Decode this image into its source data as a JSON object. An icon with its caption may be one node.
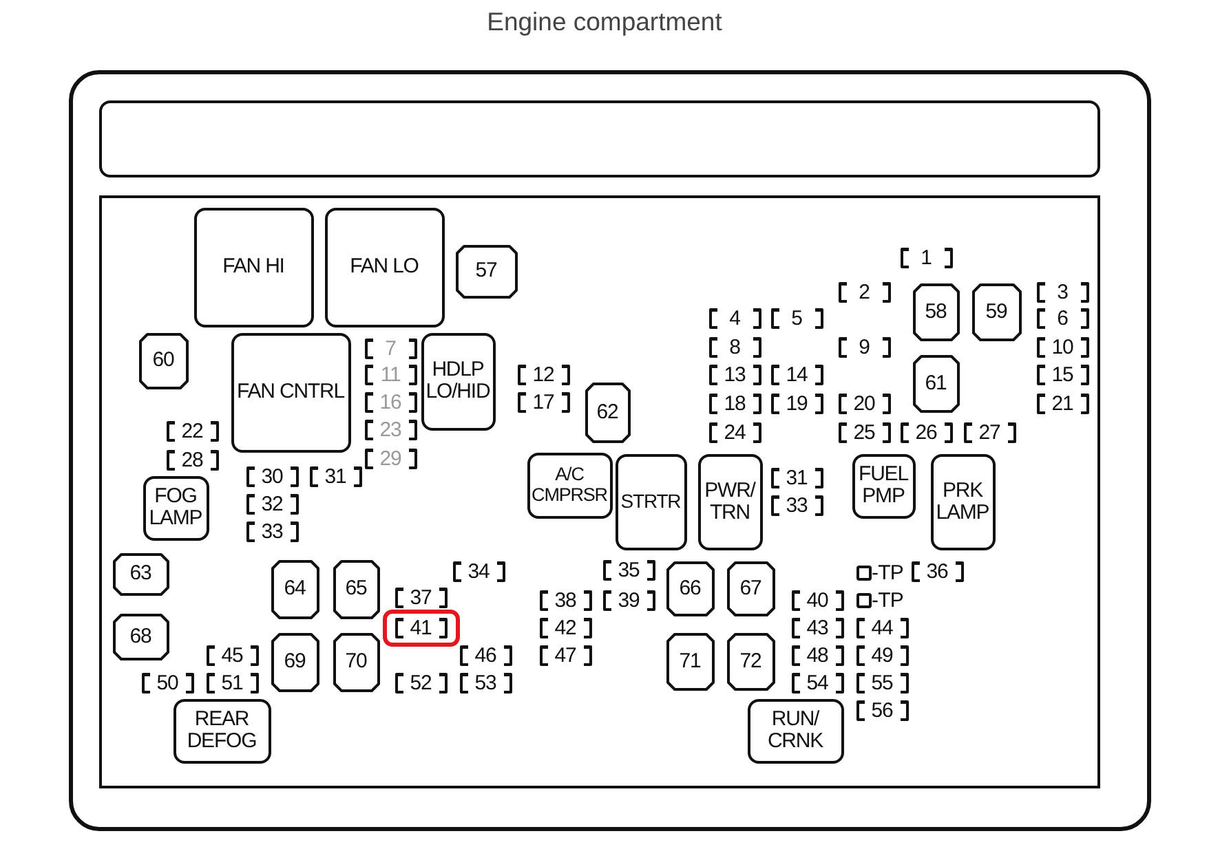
{
  "diagram": {
    "title": "Engine compartment",
    "nodes": [
      {
        "text": [],
        "shape": "box"
      },
      {
        "text": [],
        "shape": "box",
        "in": 0
      },
      {
        "text": [],
        "shape": "box",
        "in": 0
      },
      {
        "text": [
          "FAN HI"
        ],
        "in": 2
      },
      {
        "text": [
          "FAN LO"
        ],
        "in": 2
      },
      {
        "text": [
          "57"
        ],
        "in": 2
      },
      {
        "text": [
          "1"
        ],
        "in": 2
      },
      {
        "text": [
          "2"
        ],
        "in": 2
      },
      {
        "text": [
          "58"
        ],
        "in": 2
      },
      {
        "text": [
          "59"
        ],
        "in": 2
      },
      {
        "text": [
          "3"
        ],
        "in": 2
      },
      {
        "text": [
          "4"
        ],
        "in": 2
      },
      {
        "text": [
          "5"
        ],
        "in": 2
      },
      {
        "text": [
          "6"
        ],
        "in": 2
      },
      {
        "text": [
          "60"
        ],
        "in": 2
      },
      {
        "text": [
          "FAN CNTRL"
        ],
        "in": 2
      },
      {
        "text": [
          "7"
        ],
        "in": 2
      },
      {
        "text": [
          "HDLP LO/HID"
        ],
        "in": 2
      },
      {
        "text": [
          "8"
        ],
        "in": 2
      },
      {
        "text": [
          "9"
        ],
        "in": 2
      },
      {
        "text": [
          "10"
        ],
        "in": 2
      },
      {
        "text": [
          "11"
        ],
        "in": 2
      },
      {
        "text": [
          "12"
        ],
        "in": 2
      },
      {
        "text": [
          "13"
        ],
        "in": 2
      },
      {
        "text": [
          "14"
        ],
        "in": 2
      },
      {
        "text": [
          "61"
        ],
        "in": 2
      },
      {
        "text": [
          "15"
        ],
        "in": 2
      },
      {
        "text": [
          "16"
        ],
        "in": 2
      },
      {
        "text": [
          "17"
        ],
        "in": 2
      },
      {
        "text": [
          "62"
        ],
        "in": 2
      },
      {
        "text": [
          "18"
        ],
        "in": 2
      },
      {
        "text": [
          "19"
        ],
        "in": 2
      },
      {
        "text": [
          "20"
        ],
        "in": 2
      },
      {
        "text": [
          "21"
        ],
        "in": 2
      },
      {
        "text": [
          "22"
        ],
        "in": 2
      },
      {
        "text": [
          "23"
        ],
        "in": 2
      },
      {
        "text": [
          "24"
        ],
        "in": 2
      },
      {
        "text": [
          "25"
        ],
        "in": 2
      },
      {
        "text": [
          "26"
        ],
        "in": 2
      },
      {
        "text": [
          "27"
        ],
        "in": 2
      },
      {
        "text": [
          "28"
        ],
        "in": 2
      },
      {
        "text": [
          "29"
        ],
        "in": 2
      },
      {
        "text": [
          "30"
        ],
        "in": 2
      },
      {
        "text": [
          "31"
        ],
        "in": 2
      },
      {
        "text": [
          "A/C CMPRSR"
        ],
        "in": 2
      },
      {
        "text": [
          "STRTR"
        ],
        "in": 2
      },
      {
        "text": [
          "PWR/ TRN"
        ],
        "in": 2
      },
      {
        "text": [
          "31"
        ],
        "in": 2
      },
      {
        "text": [
          "FUEL PMP"
        ],
        "in": 2
      },
      {
        "text": [
          "PRK LAMP"
        ],
        "in": 2
      },
      {
        "text": [
          "FOG LAMP"
        ],
        "in": 2
      },
      {
        "text": [
          "32"
        ],
        "in": 2
      },
      {
        "text": [
          "33"
        ],
        "in": 2
      },
      {
        "text": [
          "33"
        ],
        "in": 2
      },
      {
        "text": [
          "63"
        ],
        "in": 2
      },
      {
        "text": [
          "34"
        ],
        "in": 2
      },
      {
        "text": [
          "35"
        ],
        "in": 2
      },
      {
        "text": [
          "64"
        ],
        "in": 2
      },
      {
        "text": [
          "65"
        ],
        "in": 2
      },
      {
        "text": [
          "66"
        ],
        "in": 2
      },
      {
        "text": [
          "67"
        ],
        "in": 2
      },
      {
        "text": [],
        "shape": "box",
        "beside": [
          "-TP"
        ],
        "in": 2
      },
      {
        "text": [
          "36"
        ],
        "in": 2
      },
      {
        "text": [
          "37"
        ],
        "in": 2
      },
      {
        "text": [
          "38"
        ],
        "in": 2
      },
      {
        "text": [
          "39"
        ],
        "in": 2
      },
      {
        "text": [
          "40"
        ],
        "in": 2
      },
      {
        "text": [],
        "shape": "box",
        "beside": [
          "-TP"
        ],
        "in": 2
      },
      {
        "text": [],
        "shape": "box",
        "in": 2
      },
      {
        "text": [
          "41"
        ],
        "in": 68
      },
      {
        "text": [
          "42"
        ],
        "in": 2
      },
      {
        "text": [
          "43"
        ],
        "in": 2
      },
      {
        "text": [
          "44"
        ],
        "in": 2
      },
      {
        "text": [
          "68"
        ],
        "in": 2
      },
      {
        "text": [
          "45"
        ],
        "in": 2
      },
      {
        "text": [
          "69"
        ],
        "in": 2
      },
      {
        "text": [
          "70"
        ],
        "in": 2
      },
      {
        "text": [
          "46"
        ],
        "in": 2
      },
      {
        "text": [
          "47"
        ],
        "in": 2
      },
      {
        "text": [
          "71"
        ],
        "in": 2
      },
      {
        "text": [
          "72"
        ],
        "in": 2
      },
      {
        "text": [
          "48"
        ],
        "in": 2
      },
      {
        "text": [
          "49"
        ],
        "in": 2
      },
      {
        "text": [
          "50"
        ],
        "in": 2
      },
      {
        "text": [
          "51"
        ],
        "in": 2
      },
      {
        "text": [
          "52"
        ],
        "in": 2
      },
      {
        "text": [
          "53"
        ],
        "in": 2
      },
      {
        "text": [
          "54"
        ],
        "in": 2
      },
      {
        "text": [
          "55"
        ],
        "in": 2
      },
      {
        "text": [
          "REAR DEFOG"
        ],
        "in": 2
      },
      {
        "text": [
          "RUN/ CRNK"
        ],
        "in": 2
      },
      {
        "text": [
          "56"
        ],
        "in": 2
      }
    ]
  }
}
